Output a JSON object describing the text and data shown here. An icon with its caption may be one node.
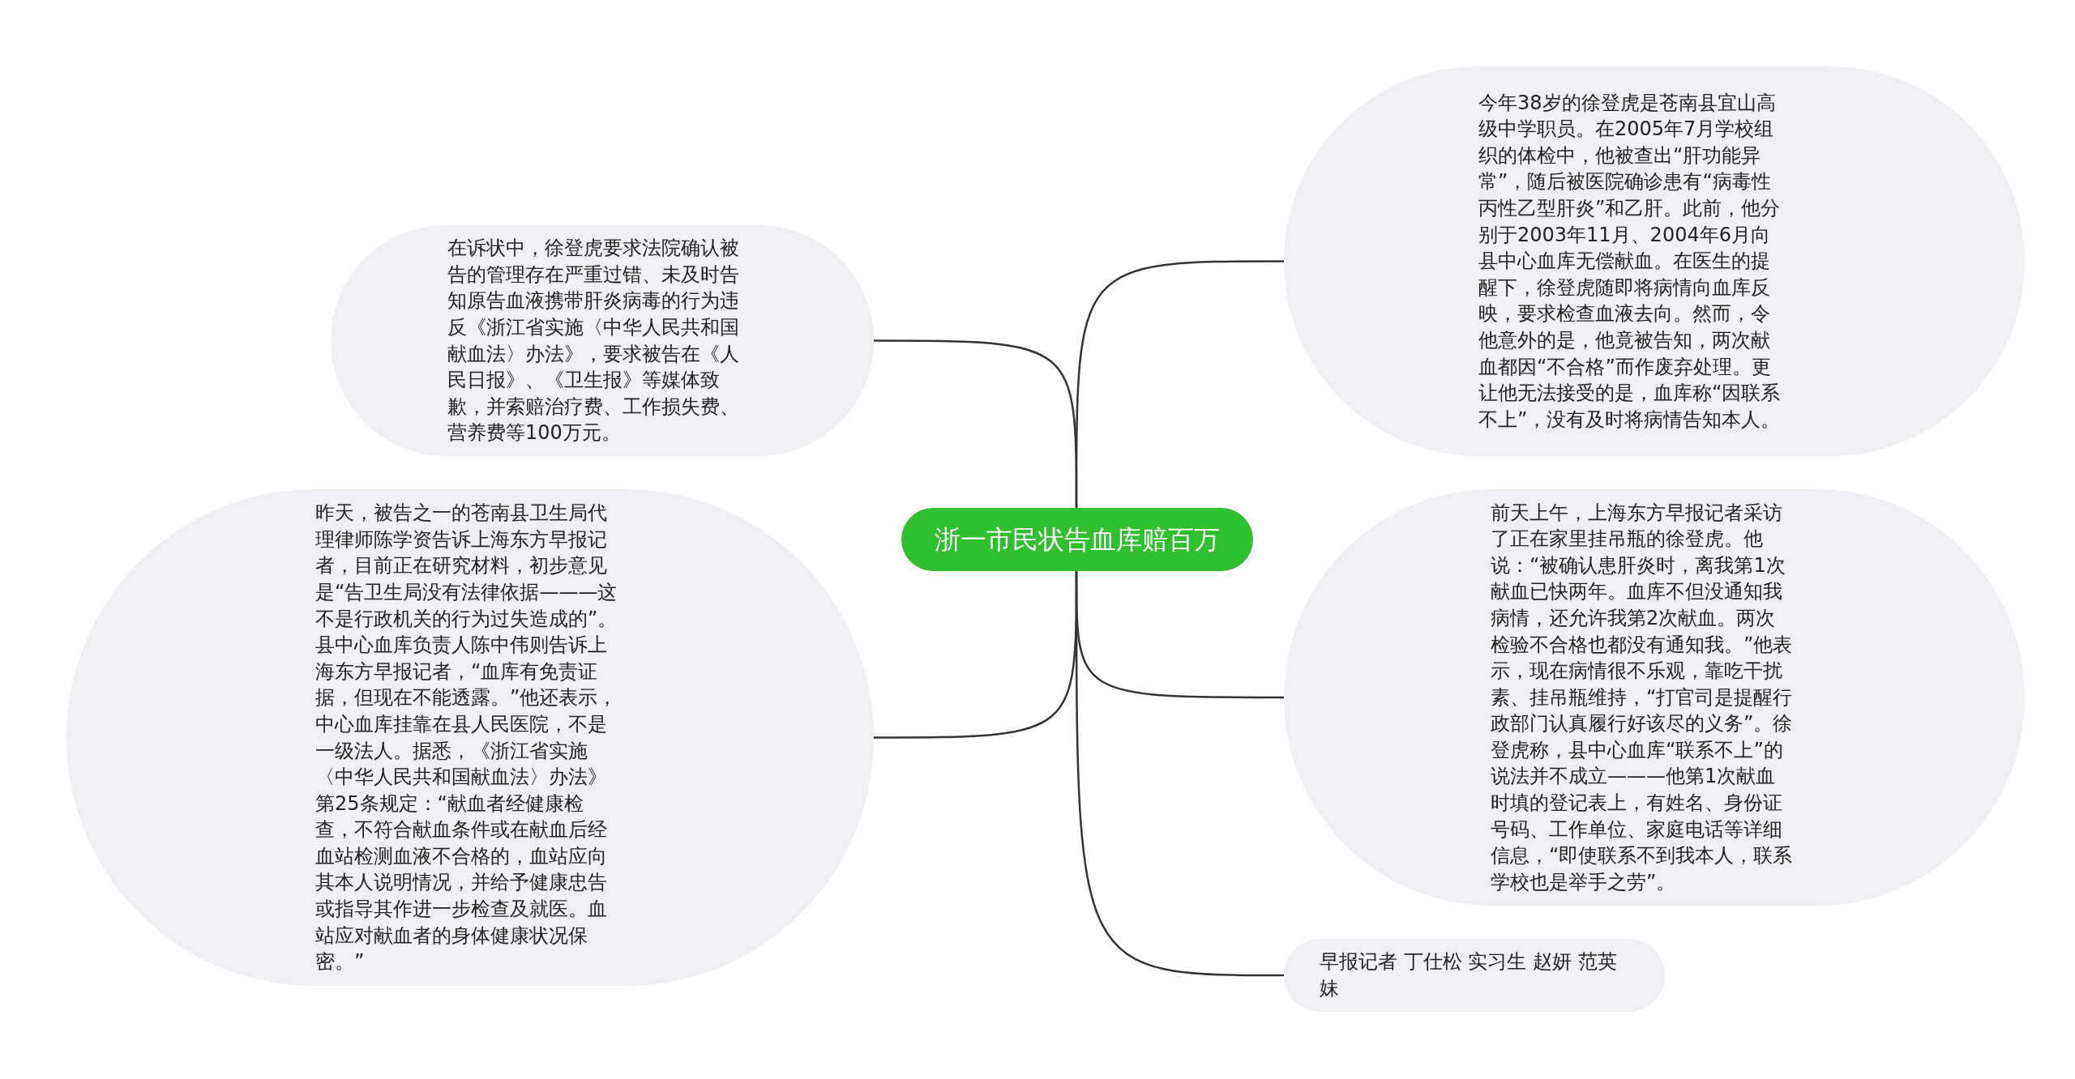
{
  "diagram": {
    "nodes": [
      {
        "text": [
          "浙一市民状告血库赔百万"
        ]
      },
      {
        "text": [
          "在诉状中，徐登虎要求法院确认被告的管理存在严重过错、未及时告知原告血液携带肝炎病毒的行为违反《浙江省实施〈中华人民共和国献血法〉办法》，要求被告在《人民日报》、《卫生报》等媒体致歉，并索赔治疗费、工作损失费、营养费等100万元。"
        ]
      },
      {
        "text": [
          "昨天，被告之一的苍南县卫生局代理律师陈学资告诉上海东方早报记者，目前正在研究材料，初步意见是“告卫生局没有法律依据———这不是行政机关的行为过失造成的”。县中心血库负责人陈中伟则告诉上海东方早报记者，“血库有免责证据，但现在不能透露。”他还表示，中心血库挂靠在县人民医院，不是一级法人。据悉，《浙江省实施〈中华人民共和国献血法〉办法》第25条规定：“献血者经健康检查，不符合献血条件或在献血后经血站检测血液不合格的，血站应向其本人说明情况，并给予健康忠告或指导其作进一步检查及就医。血站应对献血者的身体健康状况保密。”"
        ]
      },
      {
        "text": [
          "今年38岁的徐登虎是苍南县宜山高级中学职员。在2005年7月学校组织的体检中，他被查出“肝功能异常”，随后被医院确诊患有“病毒性丙性乙型肝炎”和乙肝。此前，他分别于2003年11月、2004年6月向县中心血库无偿献血。在医生的提醒下，徐登虎随即将病情向血库反映，要求检查血液去向。然而，令他意外的是，他竟被告知，两次献血都因“不合格”而作废弃处理。更让他无法接受的是，血库称“因联系不上”，没有及时将病情告知本人。"
        ]
      },
      {
        "text": [
          "前天上午，上海东方早报记者采访了正在家里挂吊瓶的徐登虎。他说：“被确认患肝炎时，离我第1次献血已快两年。血库不但没通知我病情，还允许我第2次献血。两次检验不合格也都没有通知我。”他表示，现在病情很不乐观，靠吃干扰素、挂吊瓶维持，“打官司是提醒行政部门认真履行好该尽的义务”。徐登虎称，县中心血库“联系不上”的说法并不成立———他第1次献血时填的登记表上，有姓名、身份证号码、工作单位、家庭电话等详细信息，“即使联系不到我本人，联系学校也是举手之劳”。"
        ]
      },
      {
        "text": [
          "早报记者 丁仕松 实习生 赵妍 范英妹"
        ]
      }
    ],
    "edges": [
      {
        "from": 0,
        "to": 1,
        "arrow": "none"
      },
      {
        "from": 0,
        "to": 2,
        "arrow": "none"
      },
      {
        "from": 0,
        "to": 3,
        "arrow": "none"
      },
      {
        "from": 0,
        "to": 4,
        "arrow": "none"
      },
      {
        "from": 0,
        "to": 5,
        "arrow": "none"
      }
    ]
  }
}
